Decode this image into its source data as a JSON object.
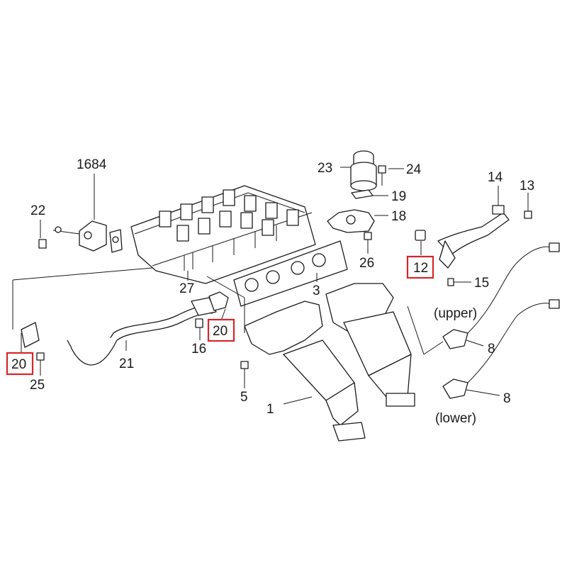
{
  "highlight_color": "#d7262b",
  "callouts": [
    {
      "id": "c1684",
      "text": "1684"
    },
    {
      "id": "c22",
      "text": "22"
    },
    {
      "id": "c23",
      "text": "23"
    },
    {
      "id": "c24",
      "text": "24"
    },
    {
      "id": "c19",
      "text": "19"
    },
    {
      "id": "c18",
      "text": "18"
    },
    {
      "id": "c14",
      "text": "14"
    },
    {
      "id": "c13",
      "text": "13"
    },
    {
      "id": "c12",
      "text": "12",
      "highlighted": true
    },
    {
      "id": "c15",
      "text": "15"
    },
    {
      "id": "c26",
      "text": "26"
    },
    {
      "id": "c27",
      "text": "27"
    },
    {
      "id": "c3",
      "text": "3"
    },
    {
      "id": "c20a",
      "text": "20",
      "highlighted": true
    },
    {
      "id": "c20b",
      "text": "20",
      "highlighted": true
    },
    {
      "id": "c16",
      "text": "16"
    },
    {
      "id": "c21",
      "text": "21"
    },
    {
      "id": "c25",
      "text": "25"
    },
    {
      "id": "c5",
      "text": "5"
    },
    {
      "id": "c1",
      "text": "1"
    },
    {
      "id": "c8a",
      "text": "8"
    },
    {
      "id": "c8b",
      "text": "8"
    },
    {
      "id": "upper",
      "text": "(upper)"
    },
    {
      "id": "lower",
      "text": "(lower)"
    }
  ]
}
